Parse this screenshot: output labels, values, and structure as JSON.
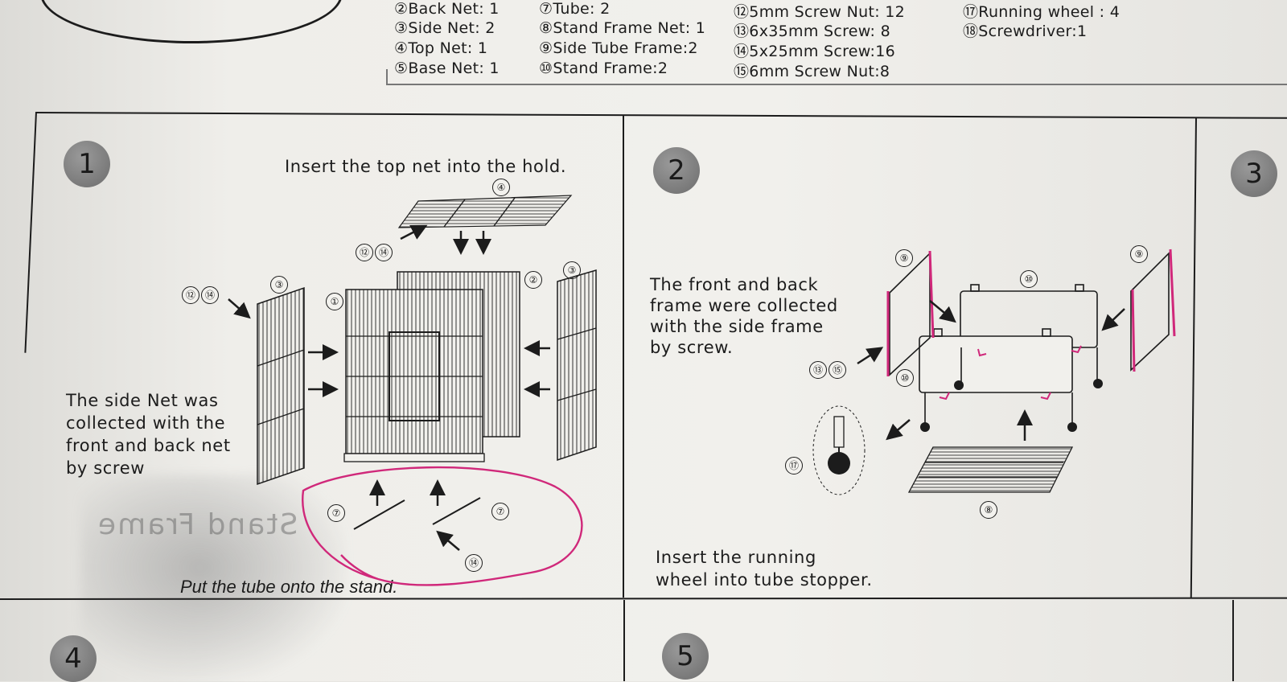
{
  "parts": [
    {
      "label": "②Back Net: 1"
    },
    {
      "label": "⑦Tube: 2"
    },
    {
      "label": "⑫5mm Screw Nut: 12"
    },
    {
      "label": "⑰Running wheel : 4"
    },
    {
      "label": "③Side Net: 2"
    },
    {
      "label": "⑧Stand Frame Net: 1"
    },
    {
      "label": "⑬6x35mm Screw: 8"
    },
    {
      "label": "⑱Screwdriver:1"
    },
    {
      "label": "④Top Net: 1"
    },
    {
      "label": "⑨Side Tube Frame:2"
    },
    {
      "label": "⑭5x25mm Screw:16"
    },
    {
      "label": "⑤Base Net: 1"
    },
    {
      "label": "⑩Stand Frame:2"
    },
    {
      "label": "⑮6mm Screw Nut:8"
    }
  ],
  "steps": {
    "s1": {
      "number": "1",
      "instruction_top": "Insert the top net into the hold.",
      "side_note": [
        "The side Net was",
        "collected with the",
        "front and back net",
        " by screw"
      ],
      "instruction_bottom": "Put the tube onto the stand.",
      "callouts": {
        "top_net": "④",
        "nut": "⑫",
        "screw": "⑭",
        "side": "③",
        "front": "①",
        "back": "②",
        "tube": "⑦"
      }
    },
    "s2": {
      "number": "2",
      "note": [
        "The front and back",
        "frame were collected",
        "with the side frame",
        "by screw."
      ],
      "instruction_bottom": [
        "Insert the running",
        "wheel into tube stopper."
      ],
      "callouts": {
        "side_tube": "⑨",
        "stand": "⑩",
        "screw": "⑬",
        "nut": "⑮",
        "wheel": "⑰",
        "base": "⑧"
      }
    },
    "s3": {
      "number": "3"
    },
    "s4": {
      "number": "4"
    },
    "s5": {
      "number": "5"
    }
  },
  "faded_text": "Stand Frame",
  "colors": {
    "annotation": "#d0287a",
    "ink": "#1c1c1c"
  }
}
